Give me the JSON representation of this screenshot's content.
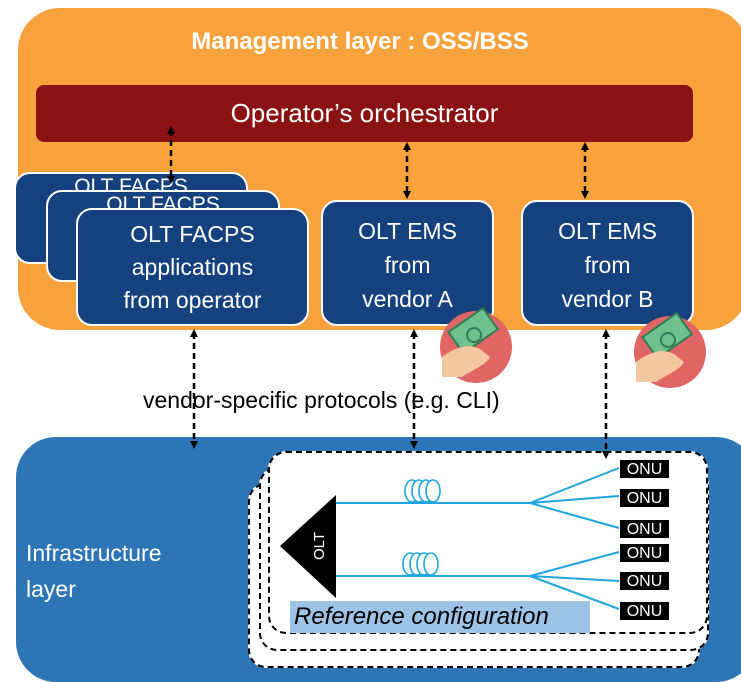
{
  "management_layer": {
    "title": "Management layer : OSS/BSS",
    "orchestrator": "Operator’s orchestrator",
    "stack_label": "OLT FACPS",
    "facps_box": [
      "OLT FACPS",
      "applications",
      "from operator"
    ],
    "ems_a": [
      "OLT EMS",
      "from",
      "vendor A"
    ],
    "ems_b": [
      "OLT EMS",
      "from",
      "vendor B"
    ]
  },
  "protocols_label": "vendor-specific protocols (e.g. CLI)",
  "infrastructure_layer": {
    "label": [
      "Infrastructure",
      "layer"
    ],
    "olt_label": "OLT",
    "onus": [
      "ONU",
      "ONU",
      "ONU",
      "ONU",
      "ONU",
      "ONU"
    ],
    "reference_label": "Reference configuration"
  },
  "icons": [
    "money-payment-icon",
    "fiber-spool-icon"
  ],
  "colors": {
    "management": "#f7a23c",
    "orchestrator": "#8b1212",
    "box": "#15417e",
    "infrastructure": "#2e75b6",
    "fiber": "#1fa6e0",
    "reference_highlight": "#9dc3e6",
    "payment_circle": "#e06666"
  }
}
